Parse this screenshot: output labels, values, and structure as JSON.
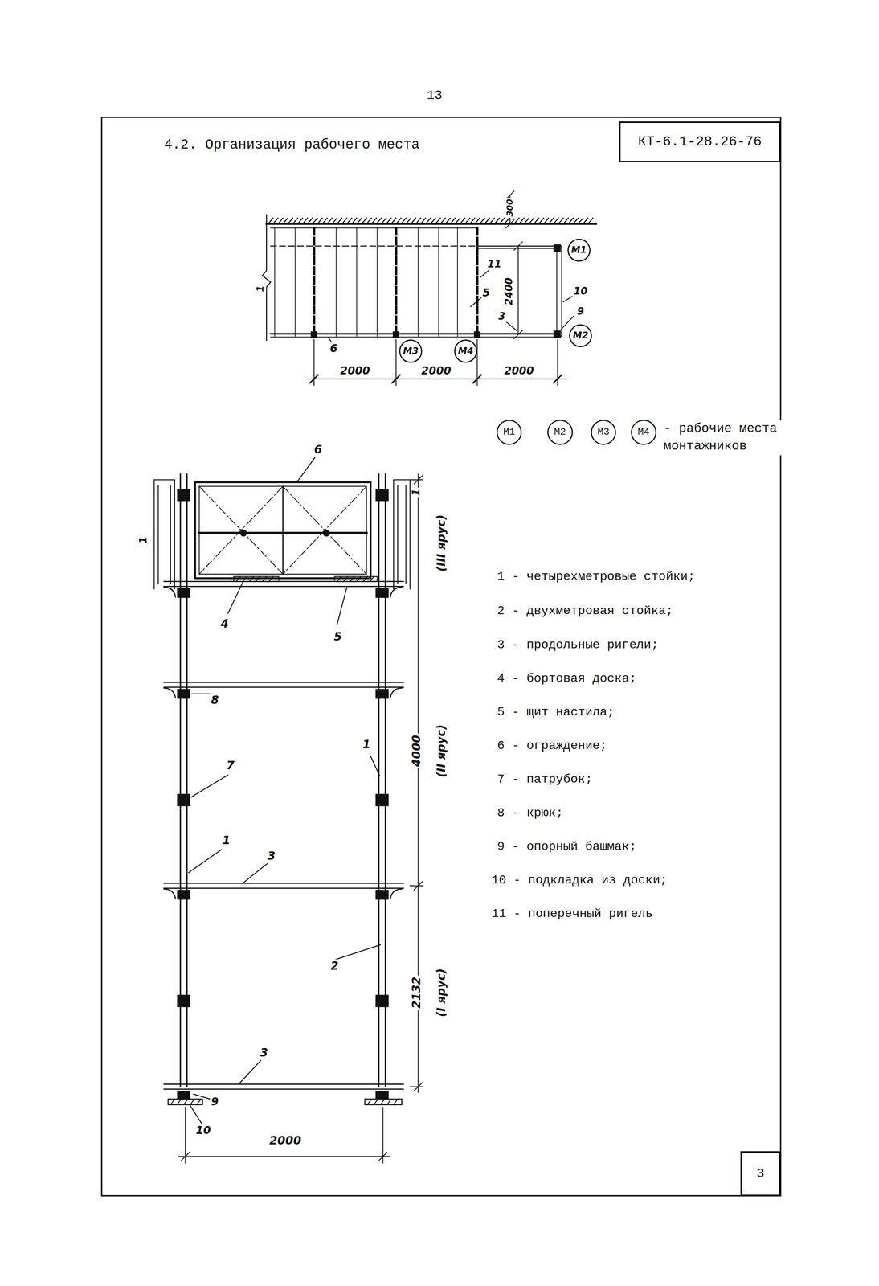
{
  "diagram": {
    "title": "4.2. Организация рабочего места",
    "nodes": [
      {
        "text": [
          "КТ-6.1-28.26-76"
        ]
      },
      {
        "text": [
          "М1"
        ]
      },
      {
        "text": [
          "М2"
        ]
      },
      {
        "text": [
          "М3"
        ]
      },
      {
        "text": [
          "М4"
        ]
      },
      {
        "text": [
          "М1"
        ]
      },
      {
        "text": [
          "М2"
        ]
      },
      {
        "text": [
          "М3"
        ]
      },
      {
        "text": [
          "М4"
        ]
      },
      {
        "text": [
          "3"
        ]
      }
    ],
    "labels": [
      "13",
      "300",
      "1",
      "11",
      "5",
      "2400",
      "10",
      "9",
      "3",
      "6",
      "2000",
      "2000",
      "2000",
      "- рабочие места монтажников",
      "1 - четырехметровые стойки;",
      "2 - двухметровая стойка;",
      "3 - продольные ригели;",
      "4 - бортовая доска;",
      "5 - щит настила;",
      "6 - ограждение;",
      "7 - патрубок;",
      "8 - крюк;",
      "9 - опорный башмак;",
      "10 - подкладка из доски;",
      "11 - поперечный ригель",
      "6",
      "1",
      "1",
      "4",
      "5",
      "8",
      "7",
      "1",
      "1",
      "3",
      "2",
      "3",
      "9",
      "10",
      "2000",
      "(III ярус)",
      "4000",
      "(II ярус)",
      "2132",
      "(I ярус)"
    ]
  }
}
